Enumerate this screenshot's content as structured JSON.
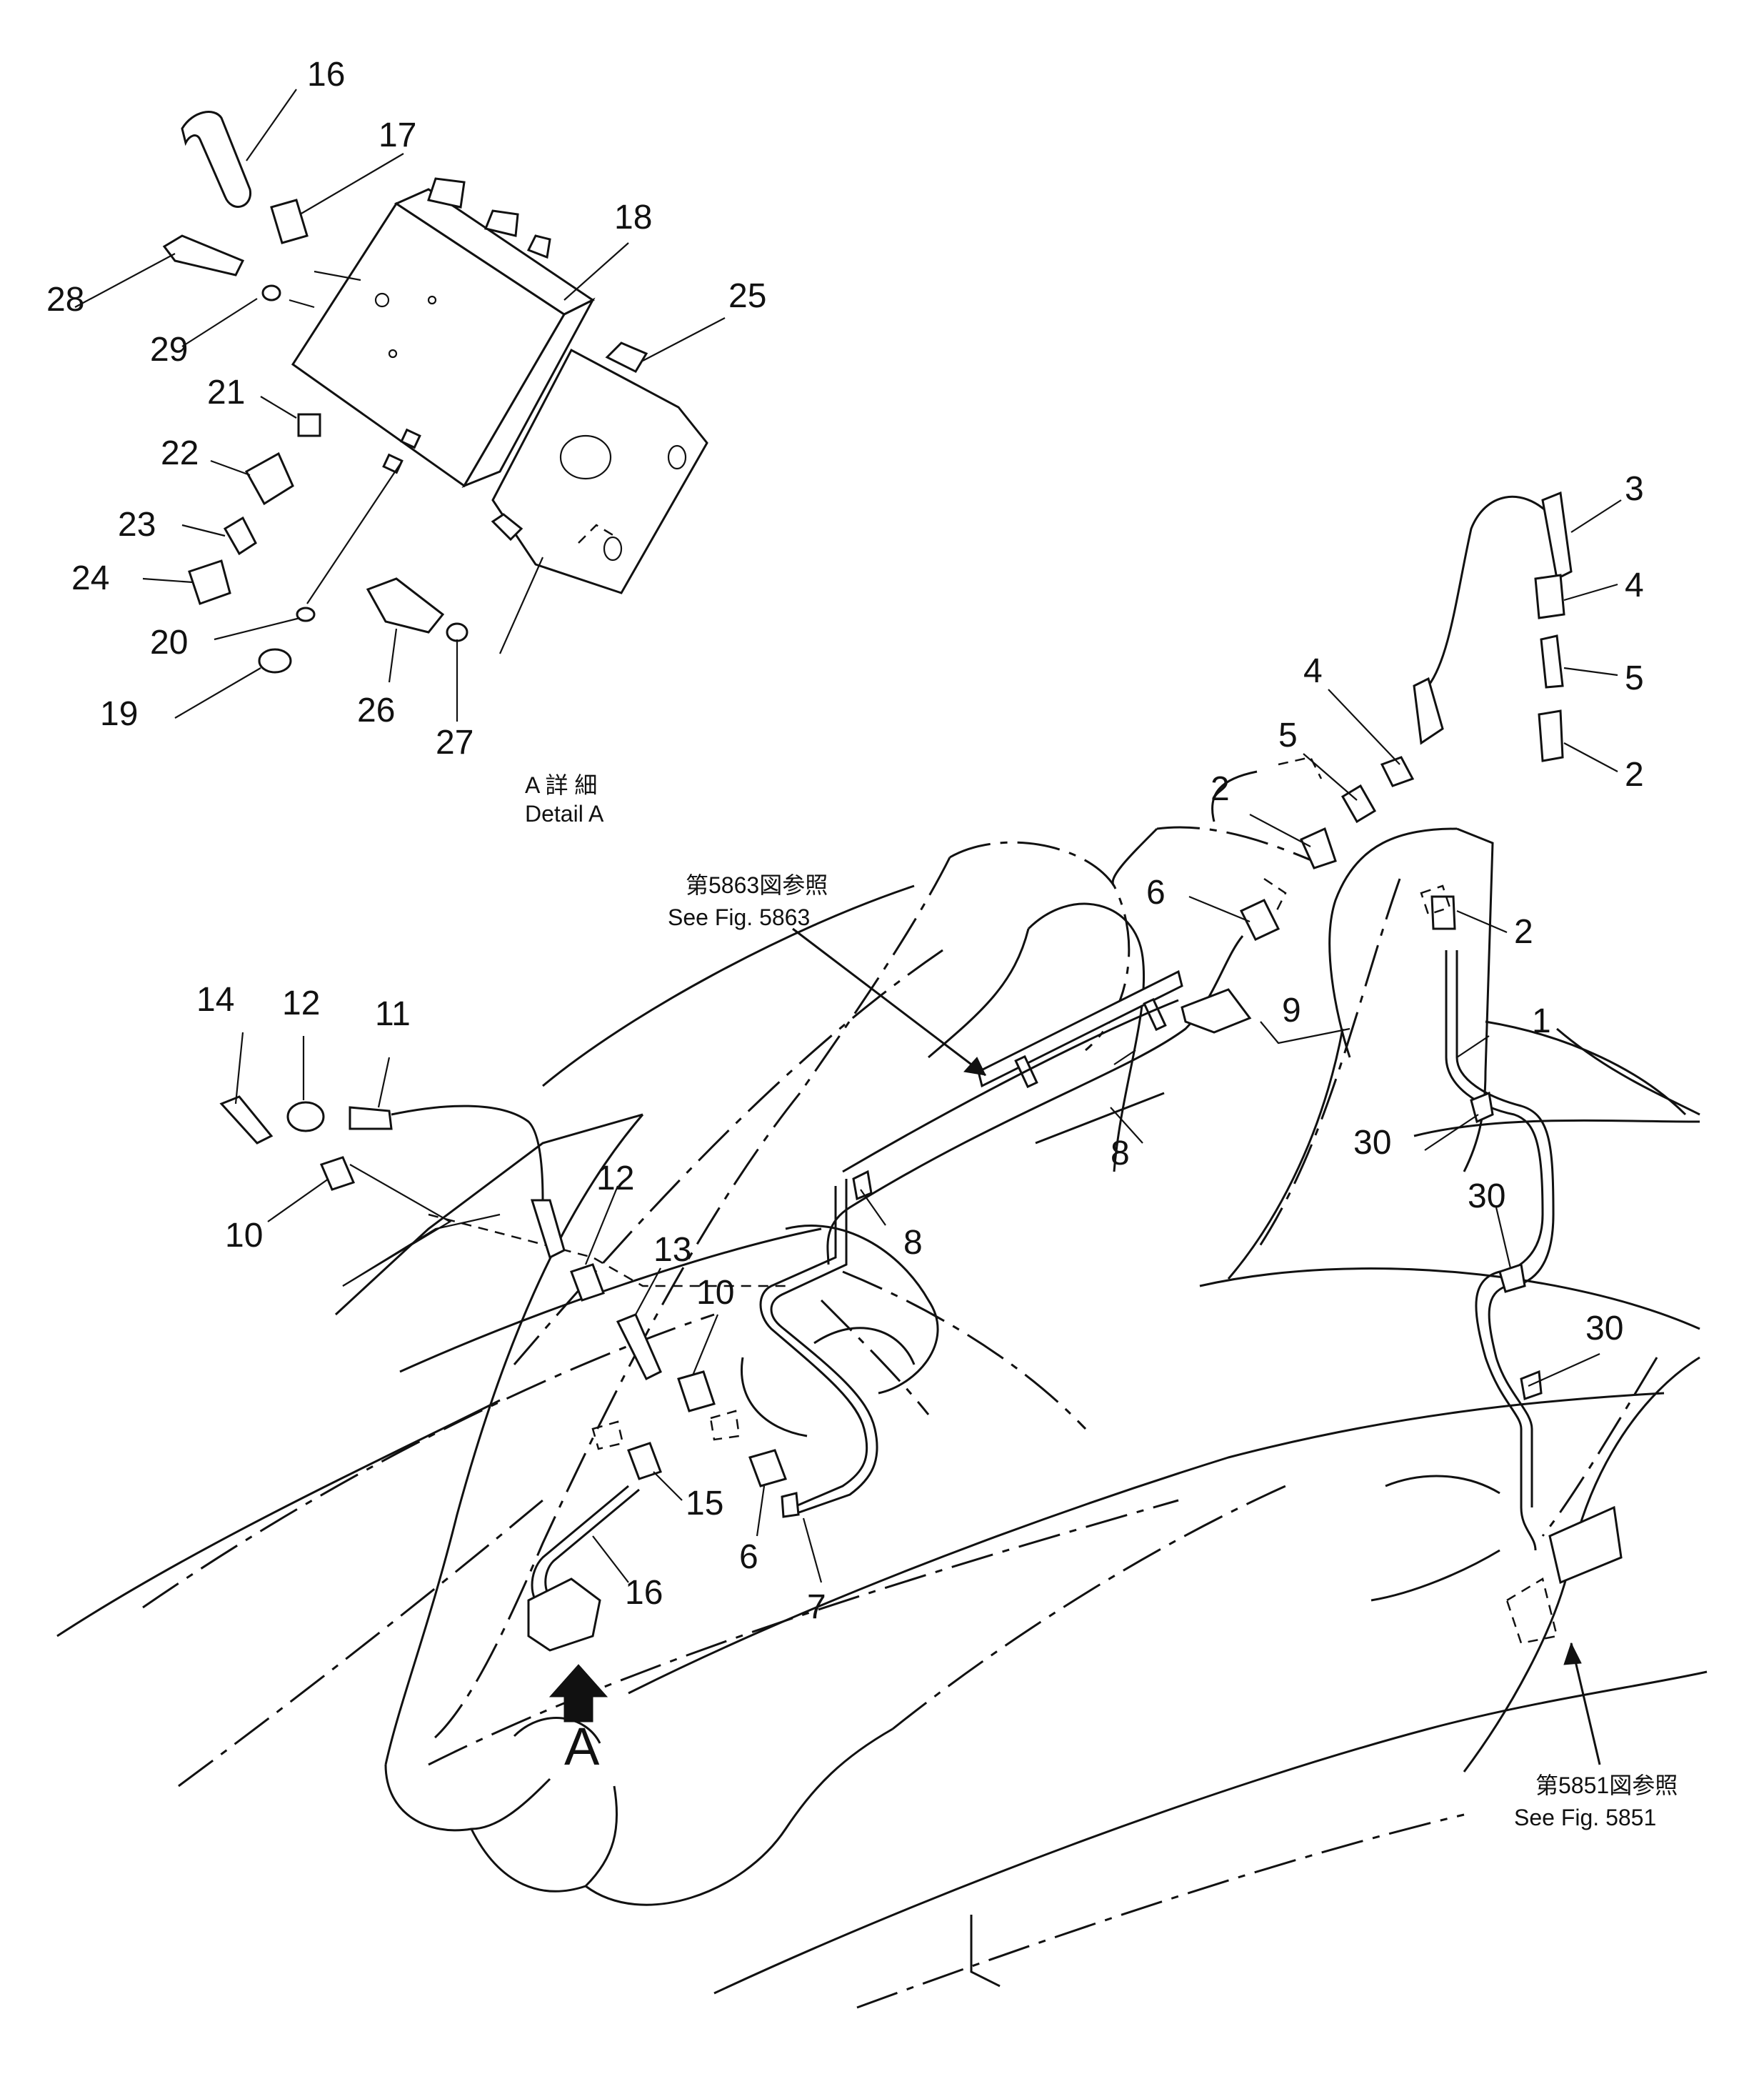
{
  "callouts": {
    "c16a": "16",
    "c17": "17",
    "c18": "18",
    "c25": "25",
    "c28": "28",
    "c29": "29",
    "c21": "21",
    "c22": "22",
    "c23": "23",
    "c24": "24",
    "c20": "20",
    "c19": "19",
    "c26": "26",
    "c27": "27",
    "c3": "3",
    "c4a": "4",
    "c5a": "5",
    "c2a": "2",
    "c4b": "4",
    "c5b": "5",
    "c2b": "2",
    "c2c": "2",
    "c6a": "6",
    "c9": "9",
    "c1": "1",
    "c30a": "30",
    "c30b": "30",
    "c30c": "30",
    "c8a": "8",
    "c8b": "8",
    "c14": "14",
    "c12a": "12",
    "c11": "11",
    "c10a": "10",
    "c12b": "12",
    "c13": "13",
    "c10b": "10",
    "c15": "15",
    "c16b": "16",
    "c6b": "6",
    "c7": "7"
  },
  "detail_a": {
    "jp": "A 詳 細",
    "en": "Detail A"
  },
  "ref_5863": {
    "jp": "第5863図参照",
    "en": "See Fig. 5863"
  },
  "ref_5851": {
    "jp": "第5851図参照",
    "en": "See Fig. 5851"
  },
  "view_arrow_label": "A"
}
